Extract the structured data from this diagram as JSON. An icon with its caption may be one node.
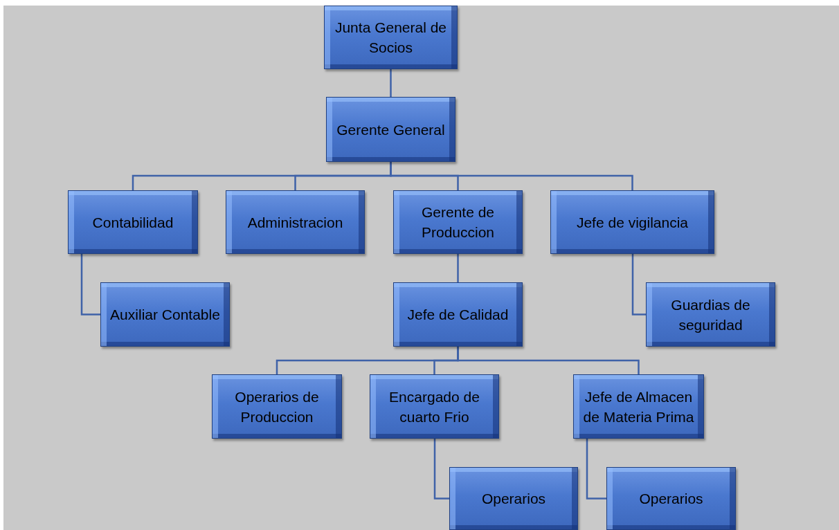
{
  "diagram": {
    "nodes": [
      {
        "text": [
          "Junta General de Socios"
        ]
      },
      {
        "text": [
          "Gerente General"
        ]
      },
      {
        "text": [
          "Contabilidad"
        ]
      },
      {
        "text": [
          "Administracion"
        ]
      },
      {
        "text": [
          "Gerente de Produccion"
        ]
      },
      {
        "text": [
          "Jefe de vigilancia"
        ]
      },
      {
        "text": [
          "Auxiliar Contable"
        ]
      },
      {
        "text": [
          "Jefe de Calidad"
        ]
      },
      {
        "text": [
          "Guardias de seguridad"
        ]
      },
      {
        "text": [
          "Operarios de Produccion"
        ]
      },
      {
        "text": [
          "Encargado de cuarto Frio"
        ]
      },
      {
        "text": [
          "Jefe de Almacen de Materia Prima"
        ]
      },
      {
        "text": [
          "Operarios"
        ]
      },
      {
        "text": [
          "Operarios"
        ]
      }
    ],
    "edges": [
      {
        "from": 0,
        "to": 1,
        "arrow": "none"
      },
      {
        "from": 1,
        "to": 2,
        "arrow": "none"
      },
      {
        "from": 1,
        "to": 3,
        "arrow": "none"
      },
      {
        "from": 1,
        "to": 4,
        "arrow": "none"
      },
      {
        "from": 1,
        "to": 5,
        "arrow": "none"
      },
      {
        "from": 2,
        "to": 6,
        "arrow": "none"
      },
      {
        "from": 4,
        "to": 7,
        "arrow": "none"
      },
      {
        "from": 5,
        "to": 8,
        "arrow": "none"
      },
      {
        "from": 7,
        "to": 9,
        "arrow": "none"
      },
      {
        "from": 7,
        "to": 10,
        "arrow": "none"
      },
      {
        "from": 7,
        "to": 11,
        "arrow": "none"
      },
      {
        "from": 10,
        "to": 12,
        "arrow": "none"
      },
      {
        "from": 11,
        "to": 13,
        "arrow": "none"
      }
    ]
  }
}
